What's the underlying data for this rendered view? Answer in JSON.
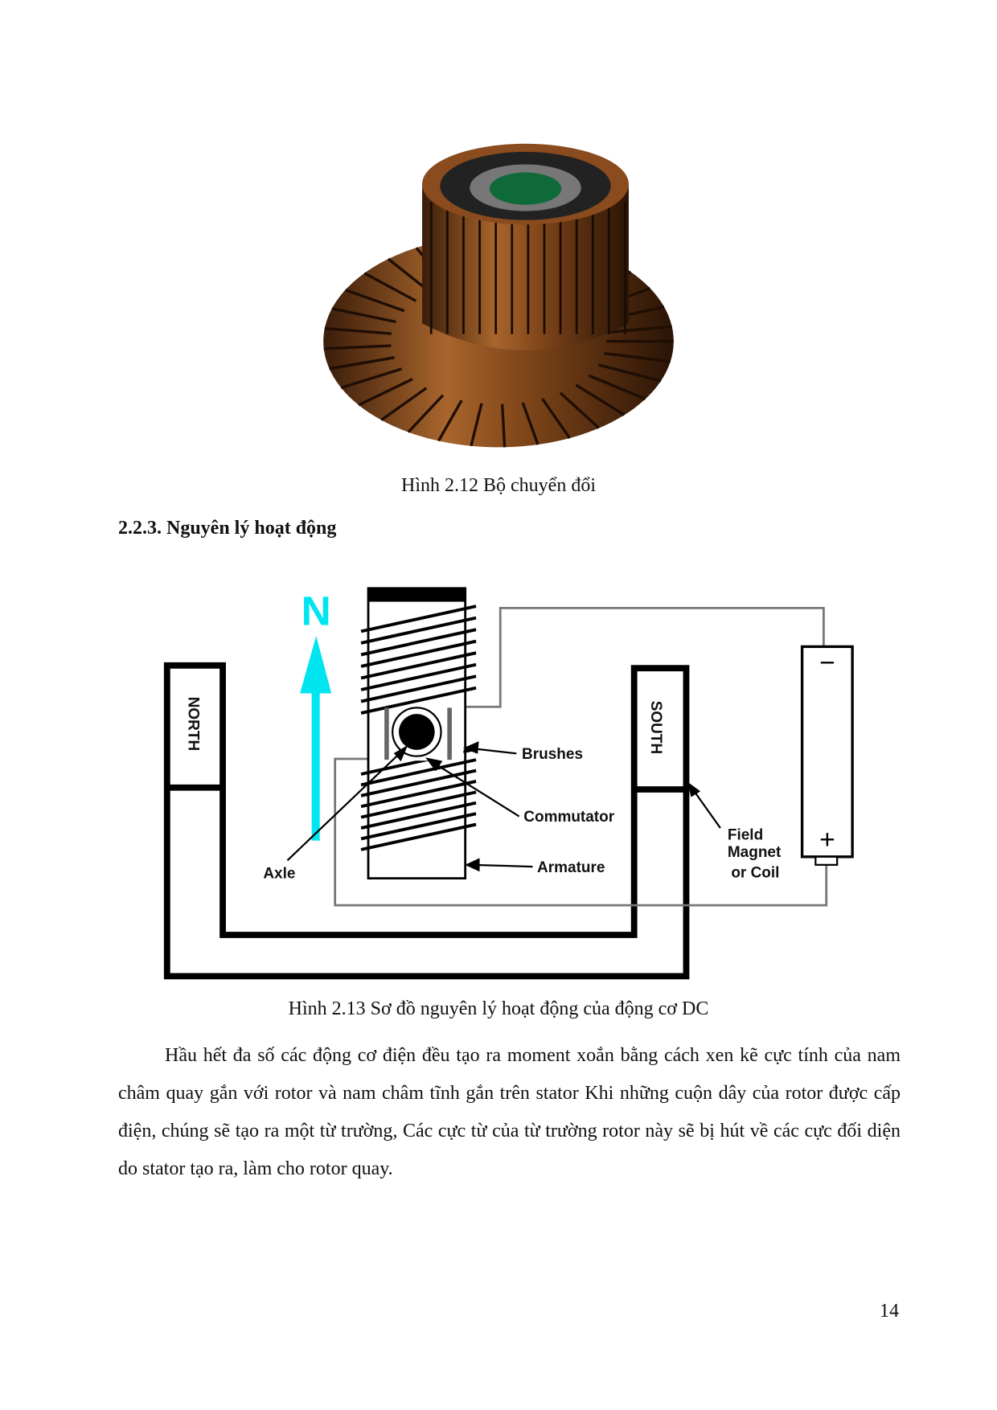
{
  "figure_12": {
    "caption": "Hình 2.12 Bộ chuyển đổi"
  },
  "section": {
    "heading": "2.2.3. Nguyên lý hoạt động"
  },
  "figure_13": {
    "caption": "Hình 2.13 Sơ đồ nguyên lý hoạt động của động cơ DC",
    "labels": {
      "north_arrow": "N",
      "north_pole": "NORTH",
      "south_pole": "SOUTH",
      "brushes": "Brushes",
      "commutator": "Commutator",
      "armature": "Armature",
      "axle": "Axle",
      "field_1": "Field",
      "field_2": "Magnet",
      "field_3": "or Coil",
      "battery_minus": "−",
      "battery_plus": "+"
    },
    "colors": {
      "north_arrow": "#00e5f0",
      "wire": "#777777"
    }
  },
  "body": {
    "paragraph": "Hầu hết đa số các động cơ điện đều tạo ra moment xoắn bằng cách xen kẽ cực tính của nam châm quay gắn với rotor và nam châm tĩnh gắn trên stator Khi những cuộn dây của rotor được cấp điện, chúng sẽ tạo ra một từ trường, Các cực từ của từ trường rotor này sẽ bị hút về các cực đối diện do stator tạo ra, làm cho rotor quay."
  },
  "footer": {
    "page_number": "14"
  }
}
